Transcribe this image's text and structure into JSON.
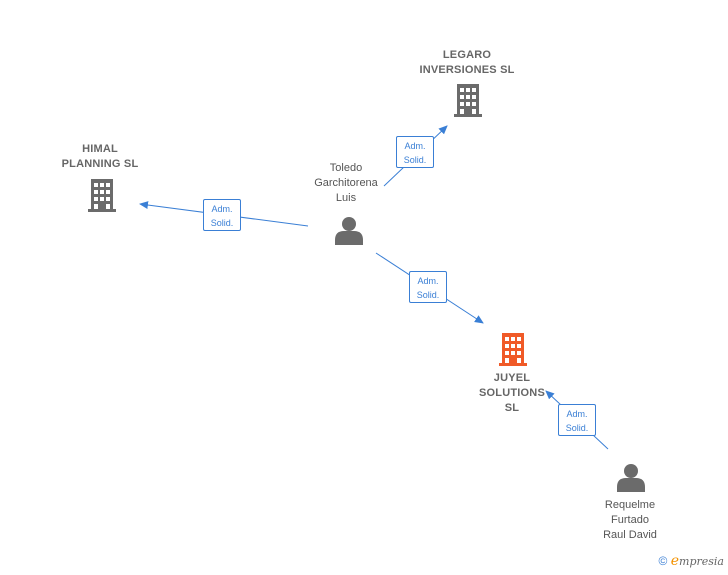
{
  "nodes": {
    "legaro": {
      "type": "company",
      "label": "LEGARO\nINVERSIONES SL",
      "color": "#6b6b6b"
    },
    "himal": {
      "type": "company",
      "label": "HIMAL\nPLANNING  SL",
      "color": "#6b6b6b"
    },
    "juyel": {
      "type": "company",
      "label": "JUYEL\nSOLUTIONS\nSL",
      "color": "#f05a28"
    },
    "toledo": {
      "type": "person",
      "label": "Toledo\nGarchitorena\nLuis",
      "color": "#6b6b6b"
    },
    "requelme": {
      "type": "person",
      "label": "Requelme\nFurtado\nRaul David",
      "color": "#6b6b6b"
    }
  },
  "edges": [
    {
      "from": "toledo",
      "to": "legaro",
      "line1": "Adm.",
      "line2": "Solid."
    },
    {
      "from": "toledo",
      "to": "himal",
      "line1": "Adm.",
      "line2": "Solid."
    },
    {
      "from": "toledo",
      "to": "juyel",
      "line1": "Adm.",
      "line2": "Solid."
    },
    {
      "from": "requelme",
      "to": "juyel",
      "line1": "Adm.",
      "line2": "Solid."
    }
  ],
  "colors": {
    "edge": "#3a7fd5"
  },
  "footer": {
    "copyright": "©",
    "brand_initial": "e",
    "brand_rest": "mpresia"
  }
}
